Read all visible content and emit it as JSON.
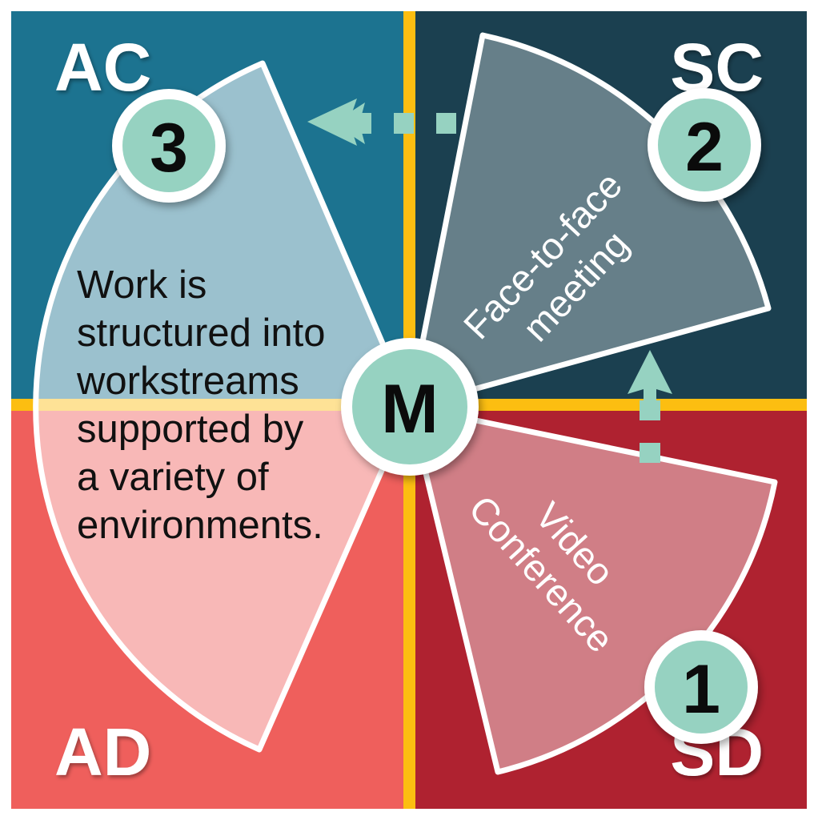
{
  "diagram": {
    "title_text_block": {
      "lines": [
        "Work is",
        "structured into",
        "workstreams",
        "supported by",
        "a variety of",
        "environments."
      ]
    },
    "quadrants": [
      {
        "code": "AC",
        "position": "top-left",
        "color": "#1C7390"
      },
      {
        "code": "SC",
        "position": "top-right",
        "color": "#1B4050"
      },
      {
        "code": "AD",
        "position": "bottom-left",
        "color": "#EF5F5C"
      },
      {
        "code": "SD",
        "position": "bottom-right",
        "color": "#AF2230"
      }
    ],
    "center_node": {
      "label": "M",
      "fill": "#96D2C1",
      "ring": "#ffffff"
    },
    "badges": [
      {
        "label": "1",
        "fill": "#96D2C1",
        "ring": "#ffffff"
      },
      {
        "label": "2",
        "fill": "#96D2C1",
        "ring": "#ffffff"
      },
      {
        "label": "3",
        "fill": "#96D2C1",
        "ring": "#ffffff"
      }
    ],
    "wedges": [
      {
        "name": "face-to-face-meeting",
        "label_line_1": "Face-to-face",
        "label_line_2": "meeting",
        "quadrant": "SC"
      },
      {
        "name": "video-conference",
        "label_line_1": "Video",
        "label_line_2": "Conference",
        "quadrant": "SD"
      },
      {
        "name": "workstreams-narrative",
        "label_line_1": "",
        "label_line_2": "",
        "quadrant": "AC/AD"
      }
    ],
    "arrows": [
      {
        "name": "arrow-sc-to-ac",
        "direction": "left",
        "style": "dashed",
        "color": "#96D2C1"
      },
      {
        "name": "arrow-sd-to-sc",
        "direction": "up",
        "style": "dashed",
        "color": "#96D2C1"
      }
    ],
    "axes": {
      "color": "#FCBE11",
      "vertical": true,
      "horizontal": true
    }
  }
}
